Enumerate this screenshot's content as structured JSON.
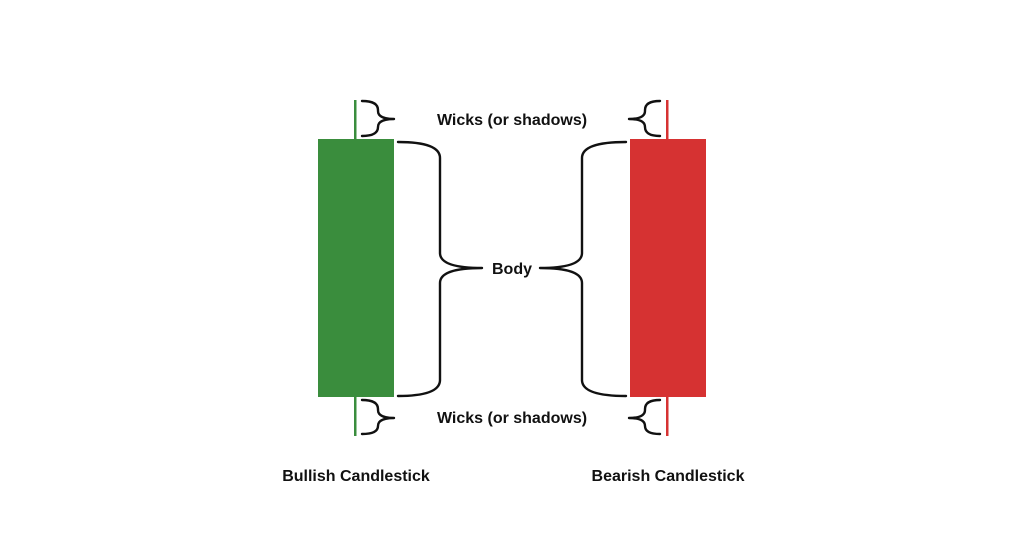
{
  "labels": {
    "wicks_top": "Wicks (or shadows)",
    "body": "Body",
    "wicks_bottom": "Wicks (or shadows)",
    "bullish": "Bullish Candlestick",
    "bearish": "Bearish Candlestick"
  },
  "colors": {
    "bullish_body": "#3A8D3D",
    "bullish_wick": "#3A8D3D",
    "bearish_body": "#D63232",
    "bearish_wick": "#D63232",
    "brace": "#111111",
    "text": "#111111"
  }
}
